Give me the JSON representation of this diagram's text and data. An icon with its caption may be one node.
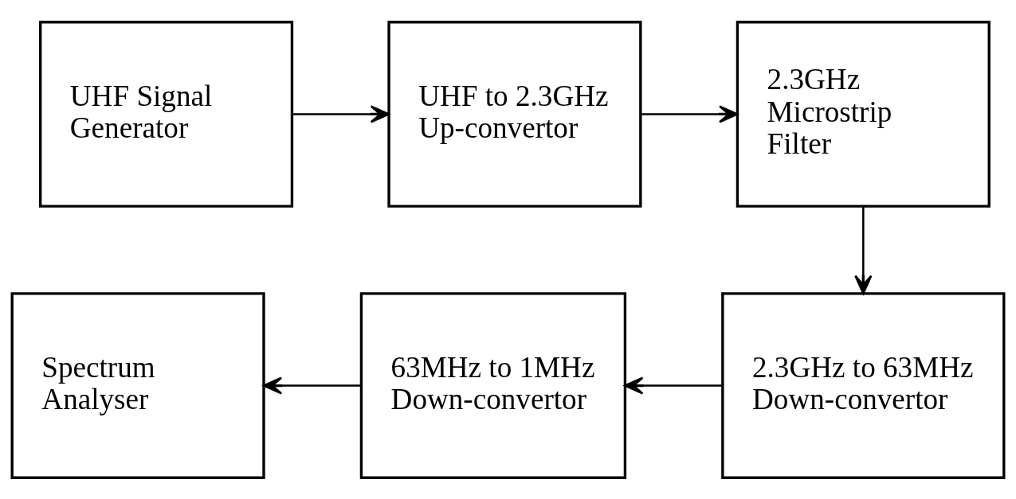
{
  "diagram": {
    "nodes": [
      {
        "text": [
          "UHF Signal Generator"
        ]
      },
      {
        "text": [
          "UHF to 2.3GHz Up-convertor"
        ]
      },
      {
        "text": [
          "2.3GHz Microstrip Filter"
        ]
      },
      {
        "text": [
          "Spectrum Analyser"
        ]
      },
      {
        "text": [
          "63MHz to 1MHz Down-convertor"
        ]
      },
      {
        "text": [
          "2.3GHz to 63MHz Down-convertor"
        ]
      }
    ],
    "edges": [
      {
        "from": 0,
        "to": 1,
        "arrow": "to"
      },
      {
        "from": 1,
        "to": 2,
        "arrow": "to"
      },
      {
        "from": 2,
        "to": 5,
        "arrow": "to"
      },
      {
        "from": 5,
        "to": 4,
        "arrow": "to"
      },
      {
        "from": 4,
        "to": 3,
        "arrow": "to"
      }
    ]
  }
}
